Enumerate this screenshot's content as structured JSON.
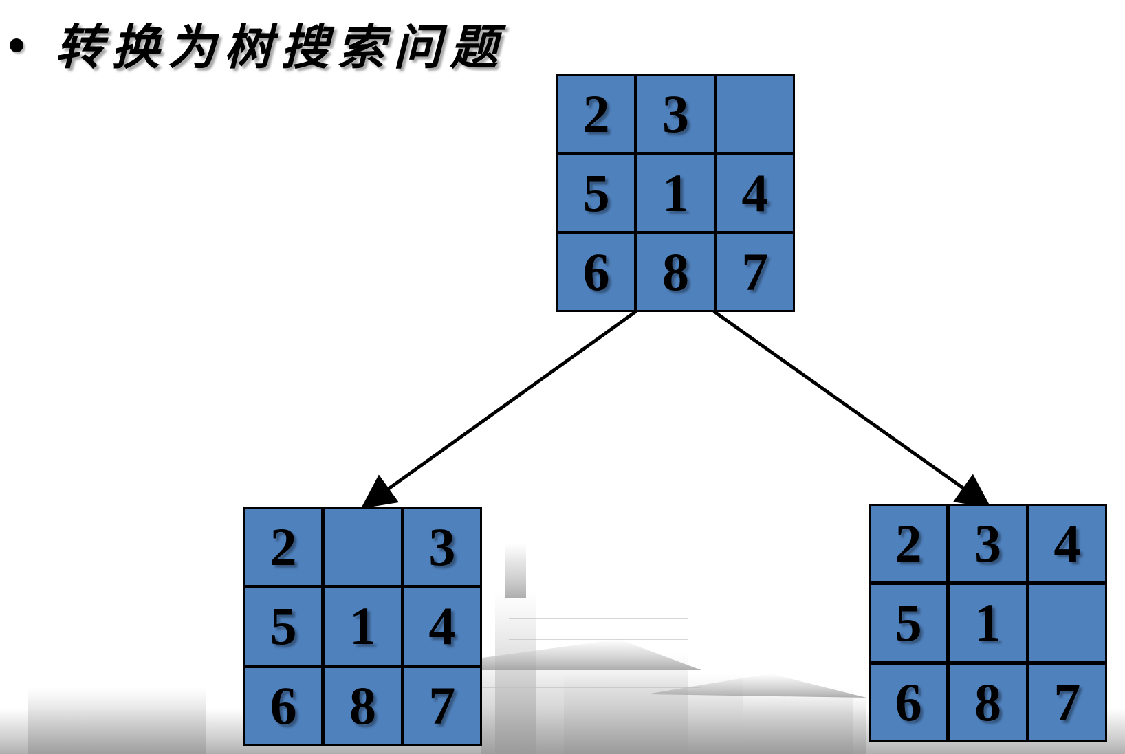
{
  "slide": {
    "bullet_title": "转换为树搜索问题"
  },
  "diagram": {
    "type": "search-tree",
    "nodes": [
      {
        "id": "root",
        "tiles": [
          "2",
          "3",
          "",
          "5",
          "1",
          "4",
          "6",
          "8",
          "7"
        ]
      },
      {
        "id": "left",
        "tiles": [
          "2",
          "",
          "3",
          "5",
          "1",
          "4",
          "6",
          "8",
          "7"
        ]
      },
      {
        "id": "right",
        "tiles": [
          "2",
          "3",
          "4",
          "5",
          "1",
          "",
          "6",
          "8",
          "7"
        ]
      }
    ],
    "edges": [
      {
        "from": "root",
        "to": "left"
      },
      {
        "from": "root",
        "to": "right"
      }
    ],
    "colors": {
      "tile": "#4f81bd",
      "grid": "#000000",
      "arrow": "#000000"
    }
  }
}
